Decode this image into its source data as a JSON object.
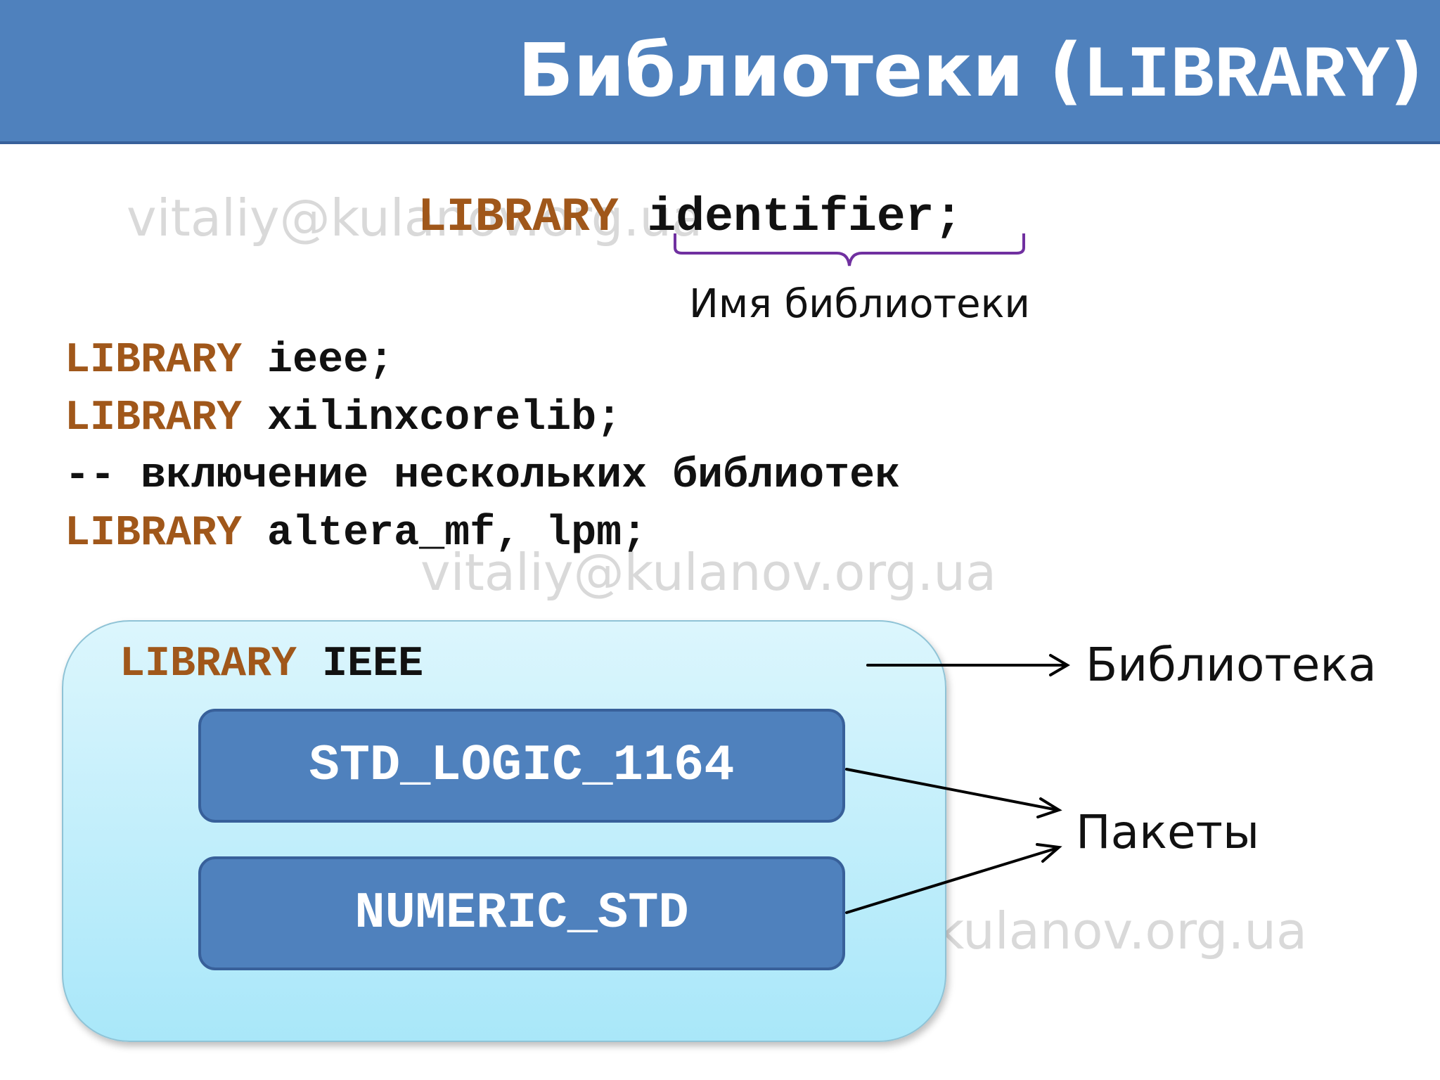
{
  "title": {
    "prefix": "Библиотеки (",
    "code": "LIBRARY",
    "suffix": ")"
  },
  "watermark_text": "vitaliy@kulanov.org.ua",
  "syntax": {
    "keyword": "LIBRARY",
    "identifier": "identifier",
    "terminator": ";",
    "brace_label": "Имя библиотеки"
  },
  "code_lines": [
    {
      "keyword": "LIBRARY",
      "rest": " ieee;"
    },
    {
      "keyword": "LIBRARY",
      "rest": " xilinxcorelib;"
    },
    {
      "keyword": "",
      "rest": "-- включение нескольких библиотек"
    },
    {
      "keyword": "LIBRARY",
      "rest": " altera_mf, lpm;"
    }
  ],
  "diagram": {
    "library_keyword": "LIBRARY",
    "library_name": "IEEE",
    "packages": [
      "STD_LOGIC_1164",
      "NUMERIC_STD"
    ],
    "label_library": "Библиотека",
    "label_packages": "Пакеты"
  },
  "colors": {
    "header_blue": "#4f81bd",
    "keyword_brown": "#a0571a",
    "brace_purple": "#7030a0",
    "box_light_blue": "#a9e7f9"
  }
}
